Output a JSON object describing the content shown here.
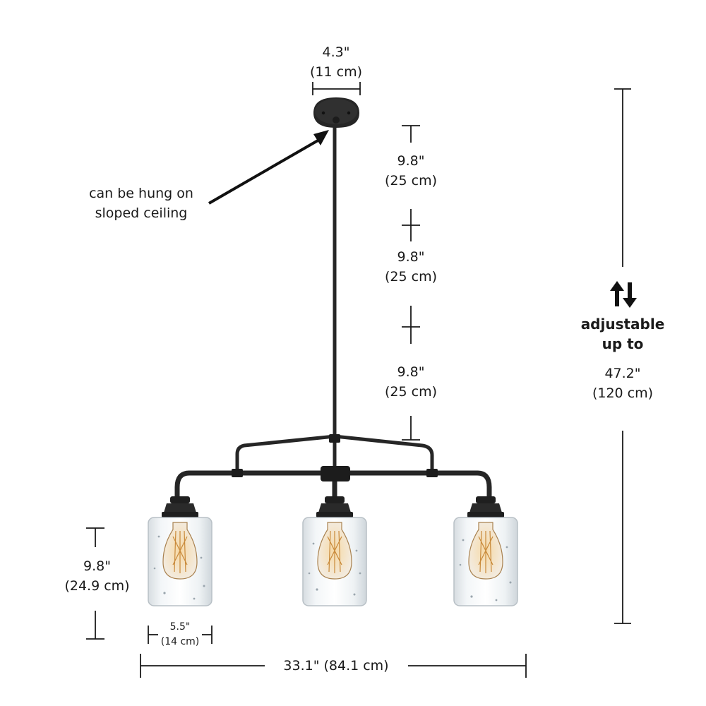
{
  "canopy_width": {
    "in": "4.3\"",
    "cm": "(11 cm)"
  },
  "sloped_ceiling_note": {
    "line1": "can be hung on",
    "line2": "sloped ceiling"
  },
  "rod_segments": [
    {
      "in": "9.8\"",
      "cm": "(25 cm)"
    },
    {
      "in": "9.8\"",
      "cm": "(25 cm)"
    },
    {
      "in": "9.8\"",
      "cm": "(25 cm)"
    }
  ],
  "adjustable": {
    "icon": "up-down-arrows-icon",
    "line1": "adjustable",
    "line2": "up to",
    "in": "47.2\"",
    "cm": "(120 cm)"
  },
  "shade_height": {
    "in": "9.8\"",
    "cm": "(24.9 cm)"
  },
  "shade_width": {
    "in": "5.5\"",
    "cm": "(14 cm)"
  },
  "overall_width": {
    "text": "33.1\" (84.1 cm)"
  },
  "colors": {
    "metal": "#222222",
    "glass": "#e9eef1",
    "filament": "#c98a3a",
    "line": "#1a1a1a"
  }
}
